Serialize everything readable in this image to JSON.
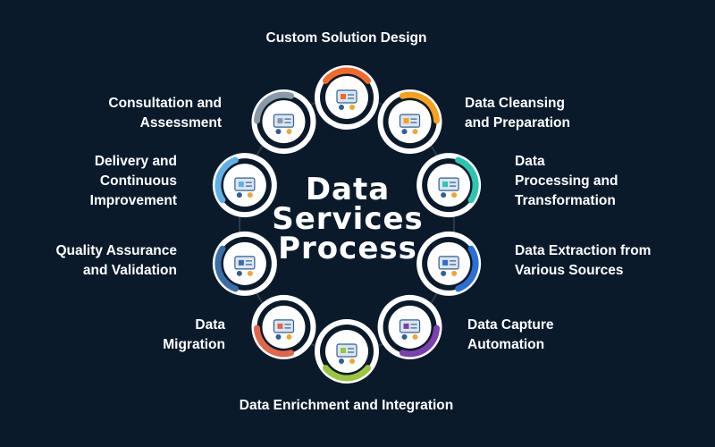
{
  "title": [
    "Data",
    "Services",
    "Process"
  ],
  "steps": [
    {
      "lines": [
        "Custom Solution Design"
      ],
      "accent": "#f26a2a",
      "icon": "team-meeting-icon"
    },
    {
      "lines": [
        "Data Cleansing",
        "and Preparation"
      ],
      "accent": "#f5a21a",
      "icon": "data-cleansing-icon"
    },
    {
      "lines": [
        "Data",
        "Processing and",
        "Transformation"
      ],
      "accent": "#2cc5b0",
      "icon": "data-processing-icon"
    },
    {
      "lines": [
        "Data Extraction from",
        "Various Sources"
      ],
      "accent": "#2a6fd1",
      "icon": "funnel-extraction-icon"
    },
    {
      "lines": [
        "Data Capture",
        "Automation"
      ],
      "accent": "#7c3fb0",
      "icon": "lightbulb-automation-icon"
    },
    {
      "lines": [
        "Data Enrichment and Integration"
      ],
      "accent": "#9bc53d",
      "icon": "checklist-enrichment-icon"
    },
    {
      "lines": [
        "Data",
        "Migration"
      ],
      "accent": "#e0664a",
      "icon": "database-migration-icon"
    },
    {
      "lines": [
        "Quality Assurance",
        "and Validation"
      ],
      "accent": "#3a6ea8",
      "icon": "quality-gears-icon"
    },
    {
      "lines": [
        "Delivery and",
        "Continuous",
        "Improvement"
      ],
      "accent": "#5fb0e8",
      "icon": "delivery-documents-icon"
    },
    {
      "lines": [
        "Consultation and",
        "Assessment"
      ],
      "accent": "#8a99a8",
      "icon": "consultation-icon"
    }
  ]
}
